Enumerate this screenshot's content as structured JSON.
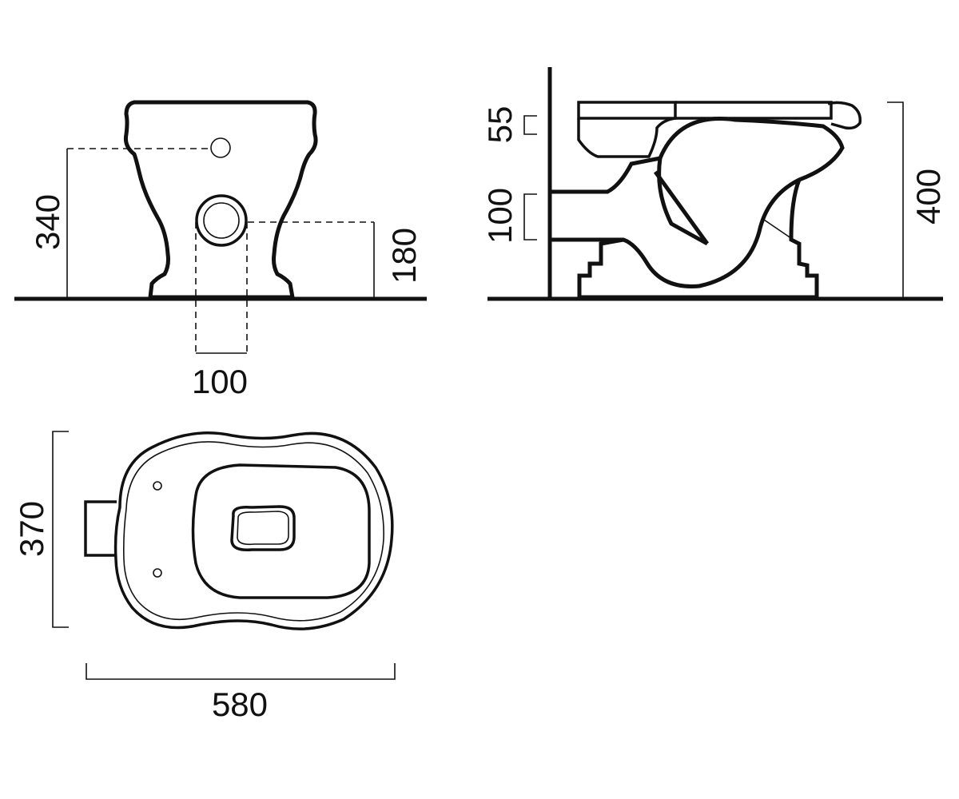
{
  "diagram": {
    "views": {
      "front": {
        "dimensions": {
          "inlet_height": "340",
          "outlet_height": "180",
          "outlet_width": "100"
        }
      },
      "side": {
        "dimensions": {
          "seat_offset": "55",
          "outlet_diameter": "100",
          "total_height": "400"
        }
      },
      "top": {
        "dimensions": {
          "width": "370",
          "length": "580"
        }
      }
    },
    "colors": {
      "ink": "#111111",
      "background": "#ffffff"
    }
  }
}
